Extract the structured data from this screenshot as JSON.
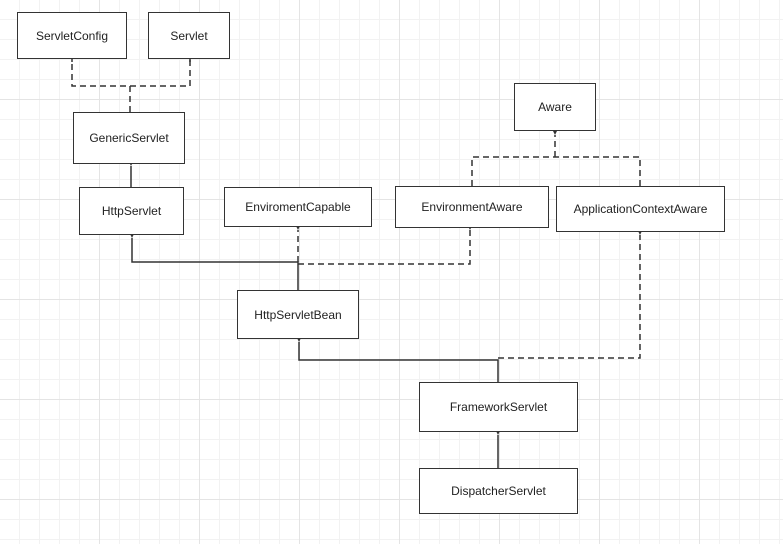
{
  "nodes": {
    "servlet_config": "ServletConfig",
    "servlet": "Servlet",
    "generic_servlet": "GenericServlet",
    "http_servlet": "HttpServlet",
    "enviroment_capable": "EnviromentCapable",
    "environment_aware": "EnvironmentAware",
    "aware": "Aware",
    "application_context_aware": "ApplicationContextAware",
    "http_servlet_bean": "HttpServletBean",
    "framework_servlet": "FrameworkServlet",
    "dispatcher_servlet": "DispatcherServlet"
  },
  "colors": {
    "line": "#333333",
    "box_border": "#333333",
    "grid": "#e4e4e4"
  }
}
